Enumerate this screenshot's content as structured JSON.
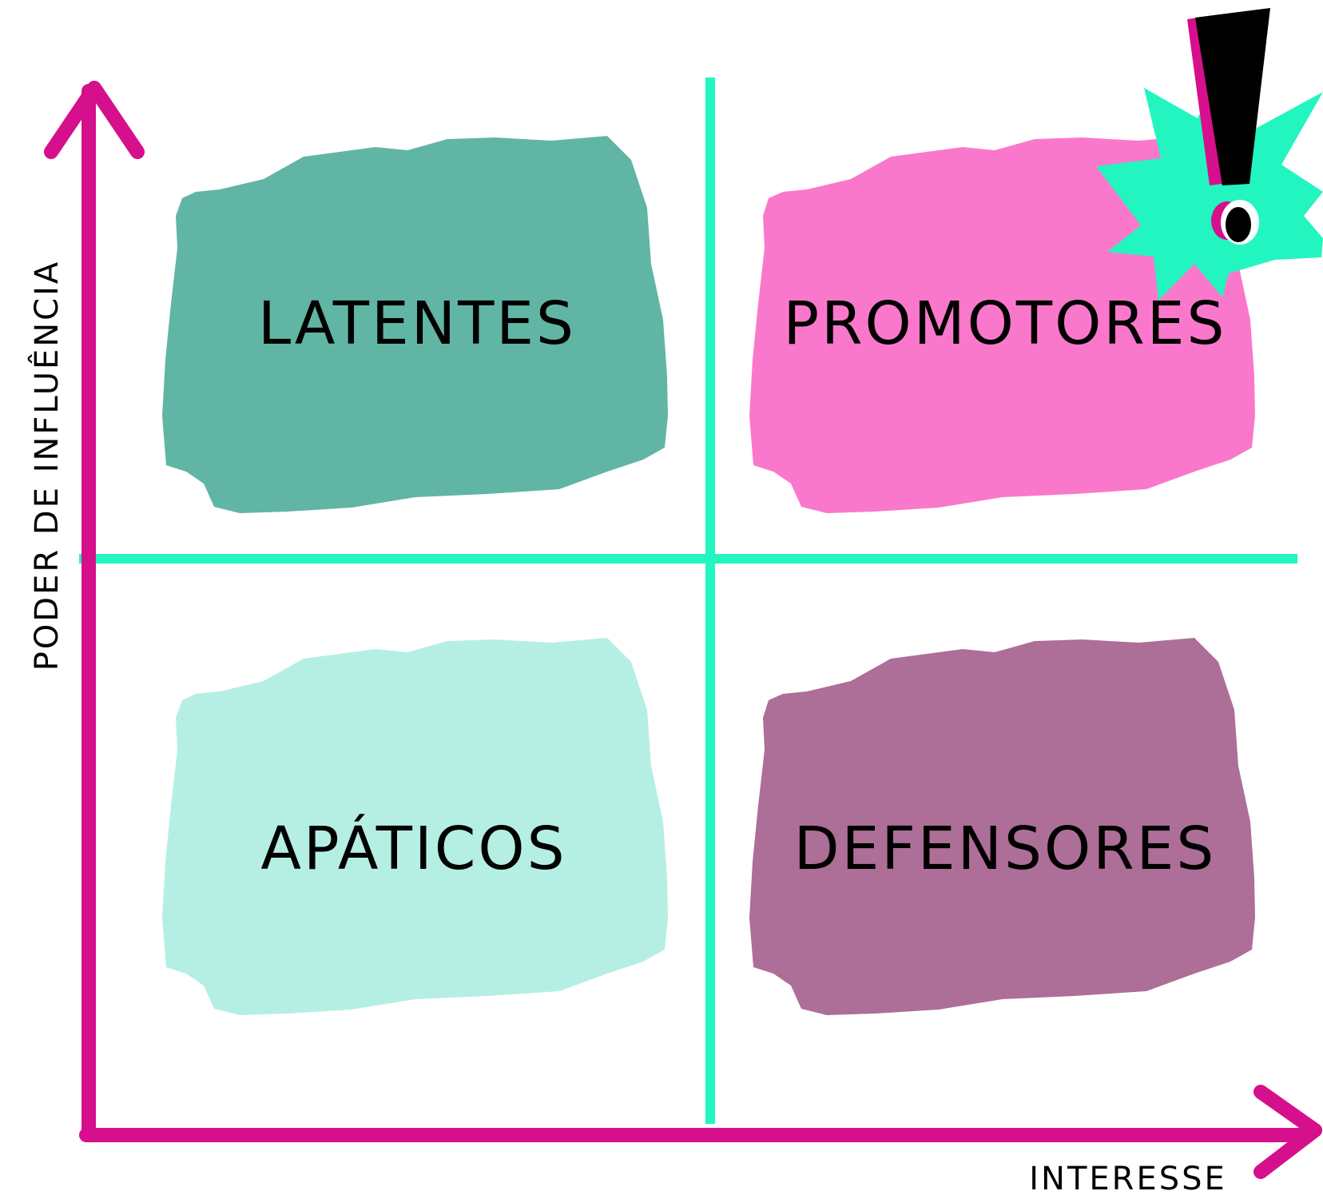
{
  "axes": {
    "y_label": "PODER DE INFLUÊNCIA",
    "x_label": "INTERESSE"
  },
  "quadrants": {
    "top_left": {
      "label": "LATENTES",
      "color": "#61B5A5"
    },
    "top_right": {
      "label": "PROMOTORES",
      "color": "#FA78CB"
    },
    "bottom_left": {
      "label": "APÁTICOS",
      "color": "#B5EFE4"
    },
    "bottom_right": {
      "label": "DEFENSORES",
      "color": "#AD6E97"
    }
  },
  "colors": {
    "axis": "#D60F8C",
    "divider": "#22F5C0",
    "burst": "#22F5C0",
    "exclamation": "#000000",
    "exclamation_accent": "#D60F8C"
  },
  "icons": {
    "badge": "exclamation-burst-icon"
  }
}
